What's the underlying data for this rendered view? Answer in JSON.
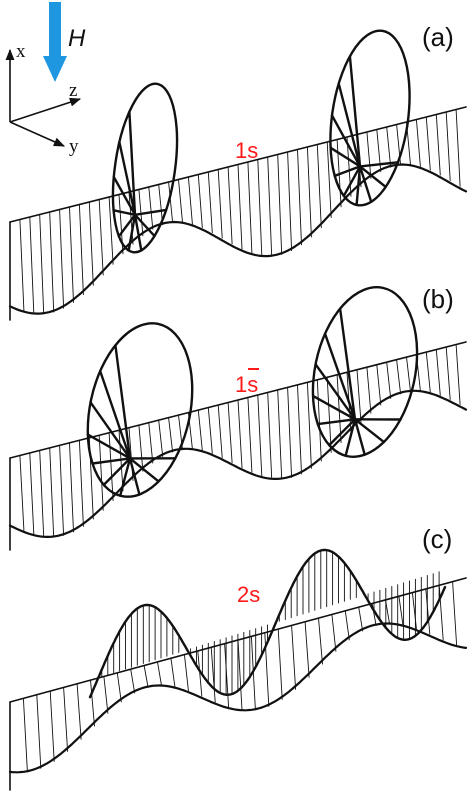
{
  "field": {
    "label": "H",
    "arrow_color": "#1e96e0"
  },
  "axes": {
    "x": "x",
    "y": "y",
    "z": "z"
  },
  "panels": [
    {
      "letter": "(a)",
      "mode": "1s",
      "color": "#ff1a1a"
    },
    {
      "letter": "(b)",
      "mode": "1s",
      "overbar": true,
      "color": "#ff1a1a"
    },
    {
      "letter": "(c)",
      "mode": "2s",
      "color": "#ff1a1a"
    }
  ]
}
